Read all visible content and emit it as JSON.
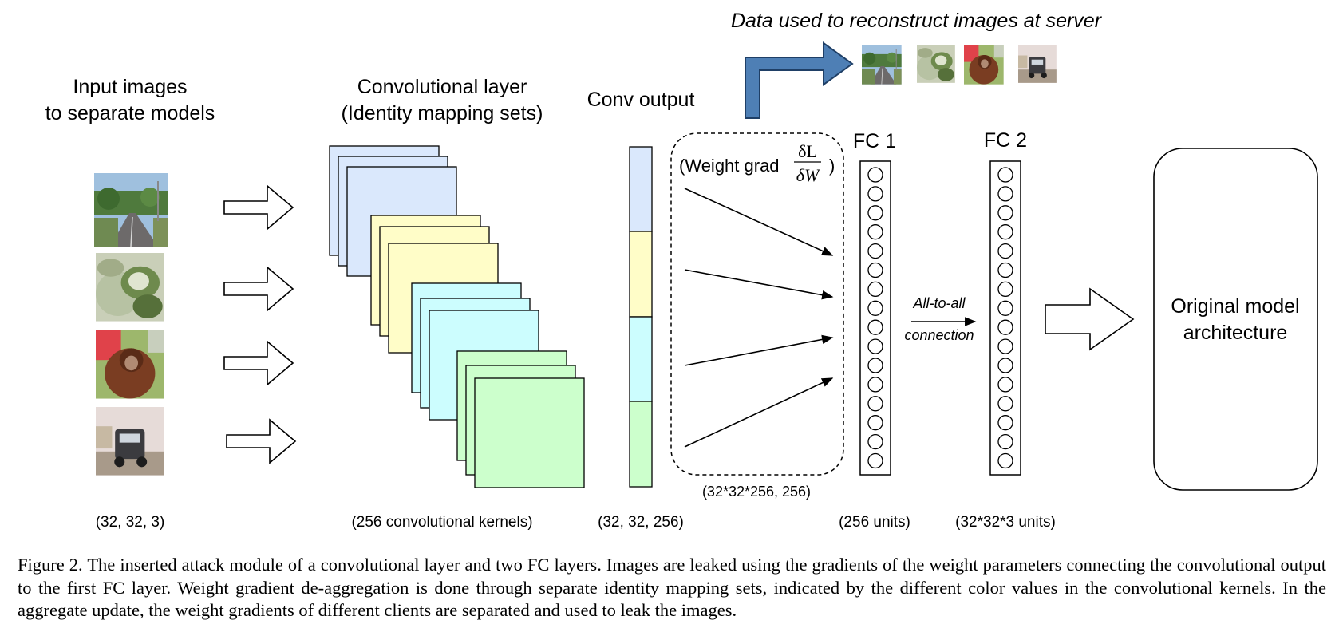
{
  "figure": {
    "top_title": "Data used to reconstruct images at server",
    "input_title": [
      "Input images",
      "to separate models"
    ],
    "conv_title": [
      "Convolutional layer",
      "(Identity mapping sets)"
    ],
    "conv_output_title": "Conv output",
    "weight_grad_prefix": "(Weight grad",
    "weight_grad_numerator": "δL",
    "weight_grad_denominator": "δW",
    "weight_grad_suffix": ")",
    "weight_grad_shape": "(32*32*256, 256)",
    "fc1_label": "FC 1",
    "fc2_label": "FC 2",
    "connection_label": [
      "All-to-all",
      "connection"
    ],
    "original_model_label": [
      "Original model",
      "architecture"
    ],
    "dims": {
      "input": "(32, 32, 3)",
      "kernels": "(256 convolutional kernels)",
      "conv_output": "(32, 32, 256)",
      "fc1": "(256 units)",
      "fc2": "(32*32*3 units)"
    },
    "colors": {
      "blue": "#dae8fc",
      "yellow": "#fffdc8",
      "cyan": "#ccfdfe",
      "green": "#ccffcc",
      "arrow_blue": "#4e7fb5",
      "arrow_blue_stroke": "#1f3f66"
    },
    "input_images": [
      "road-scene-image",
      "blurry-animal-image",
      "orangutan-image",
      "truck-image"
    ],
    "reconstructed_images": [
      "road-scene-image",
      "blurry-animal-image",
      "orangutan-image",
      "truck-image"
    ],
    "fc1_unit_count": 16,
    "fc2_unit_count": 16
  },
  "caption": "Figure 2.  The inserted attack module of a convolutional layer and two FC layers. Images are leaked using the gradients of the weight parameters connecting the convolutional output to the first FC layer. Weight gradient de-aggregation is done through separate identity mapping sets, indicated by the different color values in the convolutional kernels. In the aggregate update, the weight gradients of different clients are separated and used to leak the images."
}
